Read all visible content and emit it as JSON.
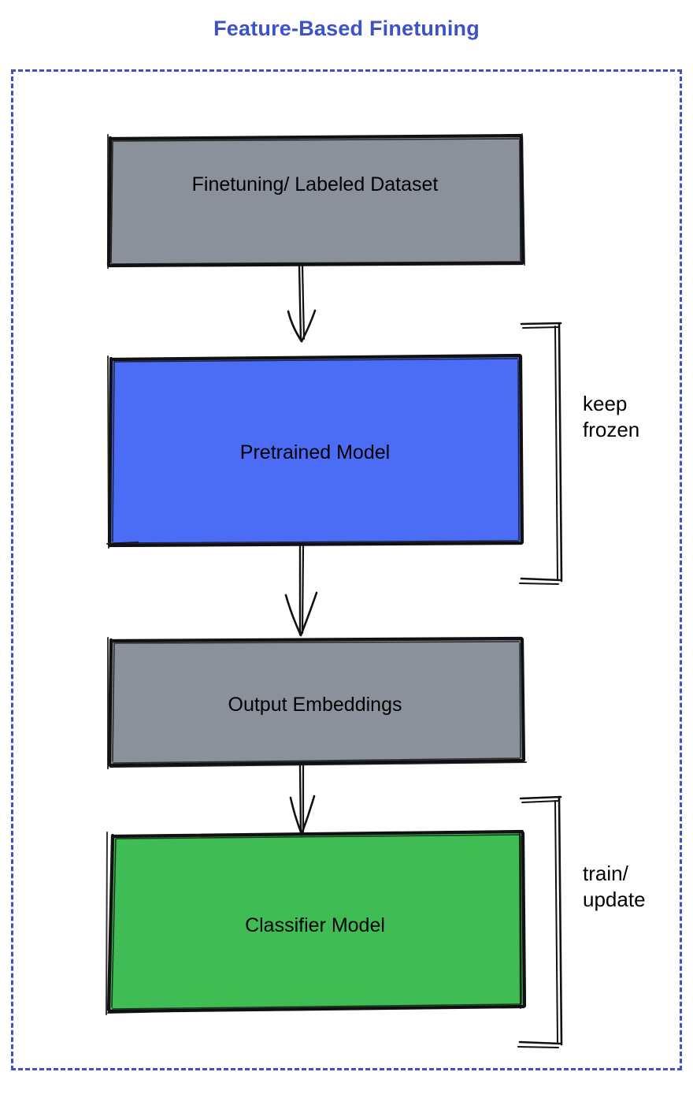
{
  "diagram": {
    "title": "Feature-Based Finetuning",
    "title_color": "#3d52c9",
    "frame": {
      "style": "dashed",
      "color": "#3d52c9"
    },
    "nodes": [
      {
        "id": "dataset",
        "label": "Finetuning/ Labeled Dataset",
        "fill": "#8a919b",
        "stroke": "#000000",
        "shape": "rectangle"
      },
      {
        "id": "pretrained-model",
        "label": "Pretrained Model",
        "fill": "#4b6cf5",
        "stroke": "#000000",
        "shape": "rectangle"
      },
      {
        "id": "output-embeddings",
        "label": "Output Embeddings",
        "fill": "#8a919b",
        "stroke": "#000000",
        "shape": "rectangle"
      },
      {
        "id": "classifier-model",
        "label": "Classifier Model",
        "fill": "#40bc55",
        "stroke": "#000000",
        "shape": "rectangle"
      }
    ],
    "edges": [
      {
        "from": "dataset",
        "to": "pretrained-model",
        "arrow": "down"
      },
      {
        "from": "pretrained-model",
        "to": "output-embeddings",
        "arrow": "down"
      },
      {
        "from": "output-embeddings",
        "to": "classifier-model",
        "arrow": "down"
      }
    ],
    "annotations": [
      {
        "id": "keep-frozen",
        "text": "keep\nfrozen",
        "targets": [
          "pretrained-model"
        ],
        "marker": "right-bracket"
      },
      {
        "id": "train-update",
        "text": "train/\nupdate",
        "targets": [
          "classifier-model"
        ],
        "marker": "right-bracket"
      }
    ]
  }
}
